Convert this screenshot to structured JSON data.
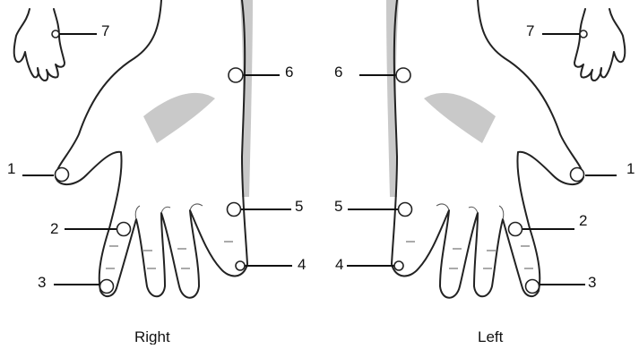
{
  "diagram": {
    "hands": [
      {
        "caption": "Right",
        "markers": [
          {
            "id": "1",
            "label": "1"
          },
          {
            "id": "2",
            "label": "2"
          },
          {
            "id": "3",
            "label": "3"
          },
          {
            "id": "4",
            "label": "4"
          },
          {
            "id": "5",
            "label": "5"
          },
          {
            "id": "6",
            "label": "6"
          },
          {
            "id": "7",
            "label": "7"
          }
        ]
      },
      {
        "caption": "Left",
        "markers": [
          {
            "id": "1",
            "label": "1"
          },
          {
            "id": "2",
            "label": "2"
          },
          {
            "id": "3",
            "label": "3"
          },
          {
            "id": "4",
            "label": "4"
          },
          {
            "id": "5",
            "label": "5"
          },
          {
            "id": "6",
            "label": "6"
          },
          {
            "id": "7",
            "label": "7"
          }
        ]
      }
    ]
  },
  "colors": {
    "line": "#222222",
    "shade": "#c9c9c9",
    "marker_fill": "#ffffff"
  }
}
